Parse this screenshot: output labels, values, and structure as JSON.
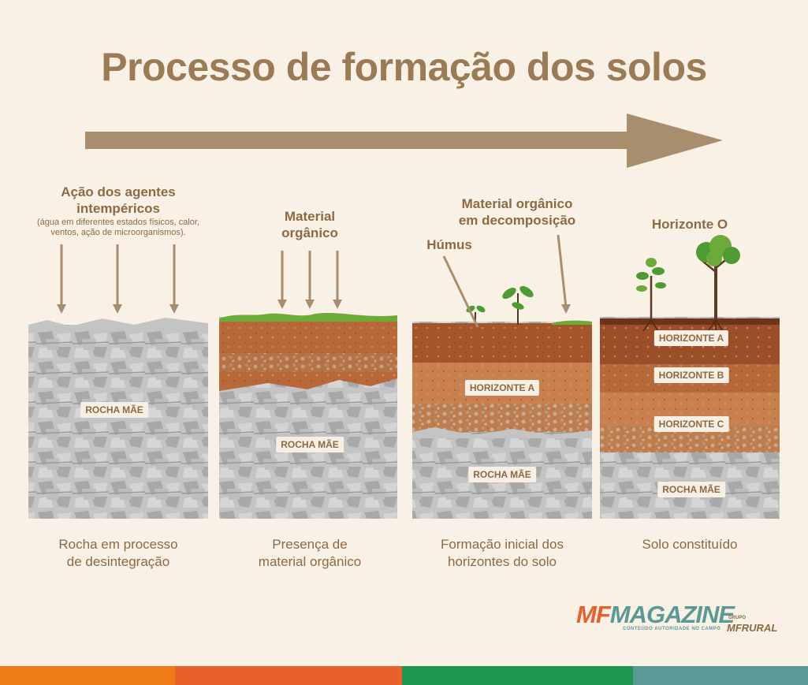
{
  "title": "Processo de formação dos solos",
  "stage1": {
    "heading_line1": "Ação dos agentes",
    "heading_line2": "intempéricos",
    "note_line1": "(água em diferentes estados físicos, calor,",
    "note_line2": "ventos, ação de microorganismos).",
    "tag": "ROCHA MÃE",
    "caption_line1": "Rocha em processo",
    "caption_line2": "de desintegração"
  },
  "stage2": {
    "heading_line1": "Material",
    "heading_line2": "orgânico",
    "tag": "ROCHA MÃE",
    "caption_line1": "Presença de",
    "caption_line2": "material orgânico"
  },
  "stage3": {
    "humus": "Húmus",
    "heading_line1": "Material orgânico",
    "heading_line2": "em decomposição",
    "tag_horizon": "HORIZONTE A",
    "tag_rock": "ROCHA MÃE",
    "caption_line1": "Formação inicial dos",
    "caption_line2": "horizontes do solo"
  },
  "stage4": {
    "heading": "Horizonte O",
    "tag_a": "HORIZONTE A",
    "tag_b": "HORIZONTE B",
    "tag_c": "HORIZONTE C",
    "tag_rock": "ROCHA MÃE",
    "caption": "Solo constituído"
  },
  "brand": {
    "mf": "MF",
    "magazine": "MAGAZINE",
    "slogan": "CONTEÚDO AUTORIDADE NO CAMPO",
    "group_small": "GRUPO",
    "group_name": "MFRURAL"
  },
  "colors": {
    "background": "#faf1e6",
    "text": "#8b6a44",
    "rock": "#b9b9b9",
    "soil_light": "#c8814e",
    "soil_dark": "#a4552a",
    "grass": "#6cab3a",
    "bar_orange": "#ee7b17",
    "bar_red": "#e8602c",
    "bar_green": "#1e9550",
    "bar_teal": "#5a9a96"
  }
}
